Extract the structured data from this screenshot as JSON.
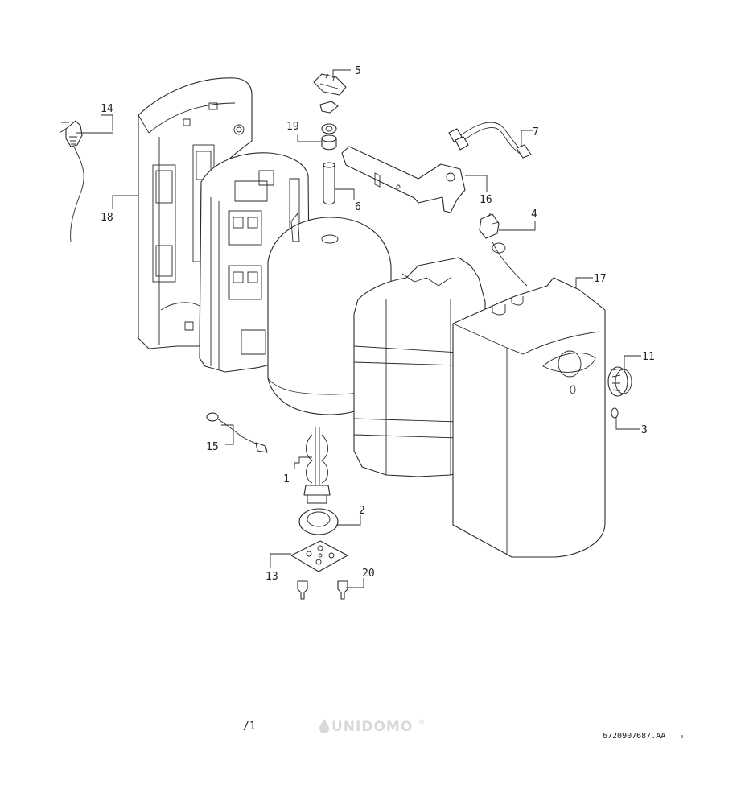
{
  "callouts": [
    {
      "id": "c1",
      "label": "1"
    },
    {
      "id": "c2",
      "label": "2"
    },
    {
      "id": "c3",
      "label": "3"
    },
    {
      "id": "c4",
      "label": "4"
    },
    {
      "id": "c5",
      "label": "5"
    },
    {
      "id": "c6",
      "label": "6"
    },
    {
      "id": "c7",
      "label": "7"
    },
    {
      "id": "c11",
      "label": "11"
    },
    {
      "id": "c13",
      "label": "13"
    },
    {
      "id": "c14",
      "label": "14"
    },
    {
      "id": "c15",
      "label": "15"
    },
    {
      "id": "c16",
      "label": "16"
    },
    {
      "id": "c17",
      "label": "17"
    },
    {
      "id": "c18",
      "label": "18"
    },
    {
      "id": "c19",
      "label": "19"
    },
    {
      "id": "c20",
      "label": "20"
    }
  ],
  "footer": {
    "page_mark": "/1",
    "watermark": "UNIDOMO",
    "watermark_mark": "®",
    "drawing_number": "6720907687.AA"
  },
  "colors": {
    "line": "#2a2a2a",
    "watermark": "#d9d9d9",
    "background": "#ffffff"
  }
}
